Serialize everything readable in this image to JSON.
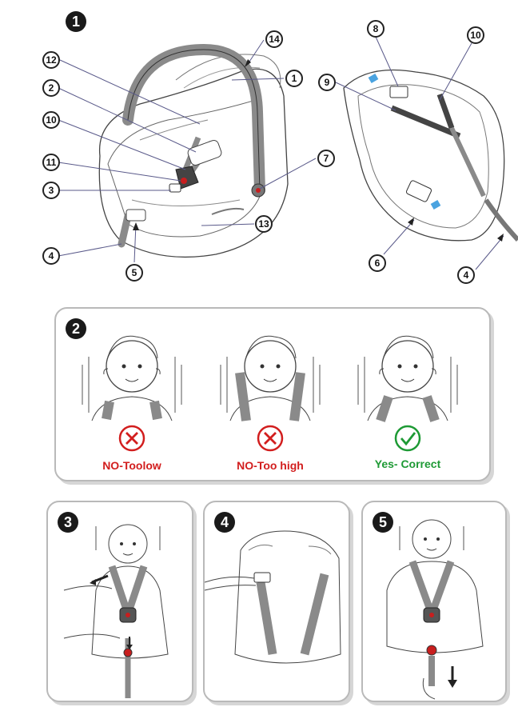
{
  "section1": {
    "step_number": "1",
    "callouts_left": [
      "14",
      "12",
      "1",
      "2",
      "10",
      "7",
      "11",
      "3",
      "13",
      "4",
      "5"
    ],
    "callouts_right": [
      "8",
      "10",
      "9",
      "6",
      "4"
    ]
  },
  "section2": {
    "step_number": "2",
    "options": [
      {
        "label": "NO-Toolow",
        "status": "wrong"
      },
      {
        "label": "NO-Too high",
        "status": "wrong"
      },
      {
        "label": "Yes- Correct",
        "status": "correct"
      }
    ]
  },
  "section3": {
    "step_number": "3"
  },
  "section4": {
    "step_number": "4"
  },
  "section5": {
    "step_number": "5"
  },
  "colors": {
    "strap_gray": "#8a8a8a",
    "wrong_red": "#d21e1e",
    "correct_green": "#1e9a35",
    "buckle_red": "#c81e1e",
    "buckle_blue": "#4aa3e0"
  }
}
